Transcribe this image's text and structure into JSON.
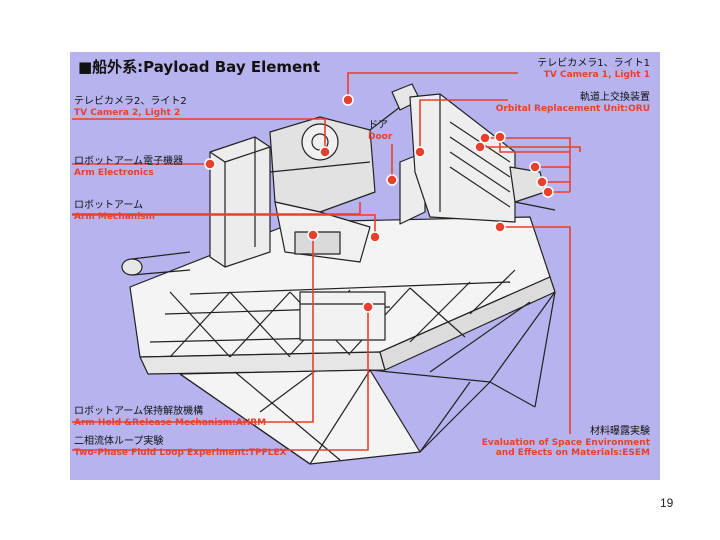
{
  "slide": {
    "page_number": "19"
  },
  "diagram": {
    "title": "■船外系:Payload Bay Element",
    "accent_color": "#e8402c",
    "background_color": "#b7b3ee",
    "labels": {
      "tv_camera_1": {
        "jp": "テレビカメラ1、ライト1",
        "en": "TV Camera 1, Light 1"
      },
      "orbital_replacement_unit": {
        "jp": "軌道上交換装置",
        "en": "Orbital Replacement Unit:ORU"
      },
      "tv_camera_2": {
        "jp": "テレビカメラ2、ライト2",
        "en": "TV Camera 2, Light 2"
      },
      "door": {
        "jp": "ドア",
        "en": "Door"
      },
      "arm_electronics": {
        "jp": "ロボットアーム電子機器",
        "en": "Arm Electronics"
      },
      "arm_mechanism": {
        "jp": "ロボットアーム",
        "en": "Arm Mechanism"
      },
      "arm_hold_release": {
        "jp": "ロボットアーム保持解放機構",
        "en": "Arm Hold &Release Mechanism:AHRM"
      },
      "two_phase_fluid_loop": {
        "jp": "二相流体ループ実験",
        "en": "Two-Phase Fluid Loop Experiment:TPFLEX"
      },
      "esem": {
        "jp": "材料曝露実験",
        "en_line1": "Evaluation of Space Environment",
        "en_line2": "and Effects on Materials:ESEM"
      }
    }
  }
}
